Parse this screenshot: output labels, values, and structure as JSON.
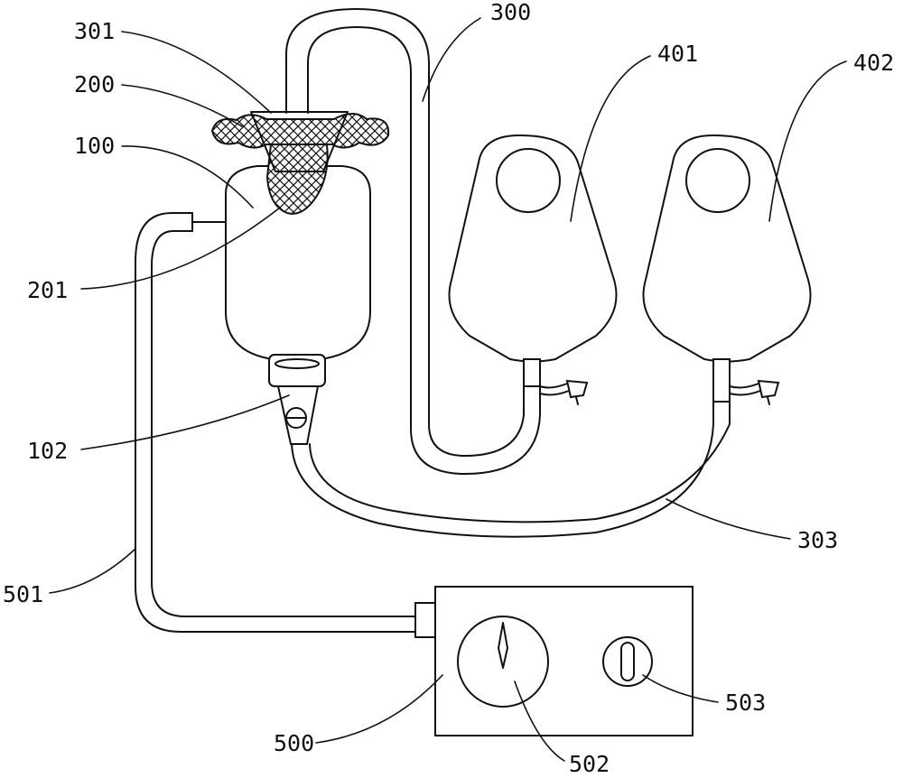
{
  "figure": {
    "reference_numerals": [
      {
        "key": "n300",
        "text": "300"
      },
      {
        "key": "n301",
        "text": "301"
      },
      {
        "key": "n200",
        "text": "200"
      },
      {
        "key": "n100",
        "text": "100"
      },
      {
        "key": "n201",
        "text": "201"
      },
      {
        "key": "n401",
        "text": "401"
      },
      {
        "key": "n402",
        "text": "402"
      },
      {
        "key": "n102",
        "text": "102"
      },
      {
        "key": "n303",
        "text": "303"
      },
      {
        "key": "n501",
        "text": "501"
      },
      {
        "key": "n500",
        "text": "500"
      },
      {
        "key": "n502",
        "text": "502"
      },
      {
        "key": "n503",
        "text": "503"
      }
    ],
    "line_color": "#111111",
    "background_color": "#ffffff"
  }
}
